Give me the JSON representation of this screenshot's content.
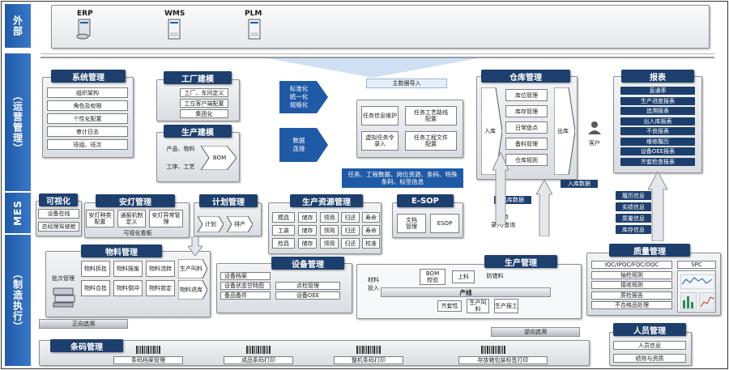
{
  "side_labels": {
    "external": "外部",
    "operations": "（运营管理）",
    "mes": "MES",
    "execution": "（制造执行）"
  },
  "external": {
    "erp": "ERP",
    "wms": "WMS",
    "plm": "PLM"
  },
  "system_mgmt": {
    "title": "系统管理",
    "items": [
      "组织架构",
      "角色及权限",
      "个性化配置",
      "审计日志",
      "班组、班次"
    ]
  },
  "factory_model": {
    "title": "工厂建模",
    "items": [
      "工厂、车间定义",
      "工位客户端配置",
      "集团化"
    ]
  },
  "production_model": {
    "title": "生产建模",
    "product": "产品、物料",
    "process": "工序、工艺",
    "bom": "BOM"
  },
  "principles": {
    "standard": "标准化\n统一化\n规格化",
    "data": "数据\n连接"
  },
  "master_data": {
    "import": "主数据导入",
    "task_info": "任务信息维护",
    "task_route": "任务工艺路线\n配置",
    "virtual_task": "虚拟任务令\n录入",
    "task_file": "任务工程文件\n配置",
    "banner": "任务、工程数据、岗位资源、条码、特殊条码、标签信息"
  },
  "warehouse": {
    "title": "仓库管理",
    "inbound": "入库",
    "outbound": "出库",
    "items": [
      "库位管理",
      "库存管理",
      "日常盘点",
      "备料管理",
      "仓库规则"
    ],
    "customer": "客户",
    "inbound_data": "入库数据",
    "outbound_data": "出库数据"
  },
  "reports": {
    "title": "报表",
    "items": [
      "直通率",
      "生产进度报表",
      "追溯报表",
      "出入库报表",
      "不良报表",
      "维修履历",
      "设备OEE报表",
      "齐套检查报表"
    ]
  },
  "visualization": {
    "title": "可视化",
    "items": [
      "设备在线",
      "总经理驾驶舱"
    ]
  },
  "andon": {
    "title": "安灯管理",
    "items": [
      "安灯种类配置",
      "通报机制定义",
      "安灯异常管理"
    ],
    "board": "可视化看板"
  },
  "planning": {
    "title": "计划管理",
    "items": [
      "计划",
      "排产"
    ]
  },
  "resources": {
    "title": "生产资源管理",
    "rows": [
      [
        "模具",
        "储存",
        "领用",
        "归还",
        "寿命"
      ],
      [
        "工装",
        "储存",
        "领用",
        "归还",
        "寿命"
      ],
      [
        "检具",
        "储存",
        "领用",
        "归还",
        "校准"
      ]
    ]
  },
  "esop": {
    "title": "E-SOP",
    "doc": "文档\n管理",
    "esop": "ESOP",
    "task": "任务\n录入/查询"
  },
  "history": {
    "items": [
      "履历信息",
      "实绩信息",
      "质量信息",
      "库存信息"
    ]
  },
  "material": {
    "title": "物料管理",
    "batch": "批次管理",
    "items": [
      "物料拆批",
      "物料报废",
      "物料流转",
      "物料合批",
      "物料倒冲",
      "物料锁定"
    ],
    "feed": "生产叫料",
    "return": "物料退库",
    "trace": "正向追溯"
  },
  "equipment": {
    "title": "设备管理",
    "items": [
      "设备档案",
      "设备状态甘特图",
      "备品备件"
    ],
    "right": [
      "点检管理",
      "设备OEE"
    ]
  },
  "production_mgmt": {
    "title": "生产管理",
    "feed": "材料\n投入",
    "bom_check": "BOM\n校验",
    "upload": "上料",
    "mistake": "防错料",
    "line": "产线",
    "kitting": "齐套性",
    "line_feed": "生产叫料",
    "report": "生产报工",
    "trace": "逆向追溯"
  },
  "quality": {
    "title": "质量管理",
    "items": [
      "IQC/IPQC/FQC/OQC",
      "抽检规则",
      "接收规则",
      "质检报告",
      "不合格品处理"
    ],
    "spc": "SPC"
  },
  "personnel": {
    "title": "人员管理",
    "items": [
      "人员信息",
      "绩效与资质"
    ]
  },
  "barcode": {
    "title": "条码管理",
    "items": [
      "条码档案管理",
      "成品条码打印",
      "整机条码打印",
      "存放箱包装标签打印"
    ]
  }
}
